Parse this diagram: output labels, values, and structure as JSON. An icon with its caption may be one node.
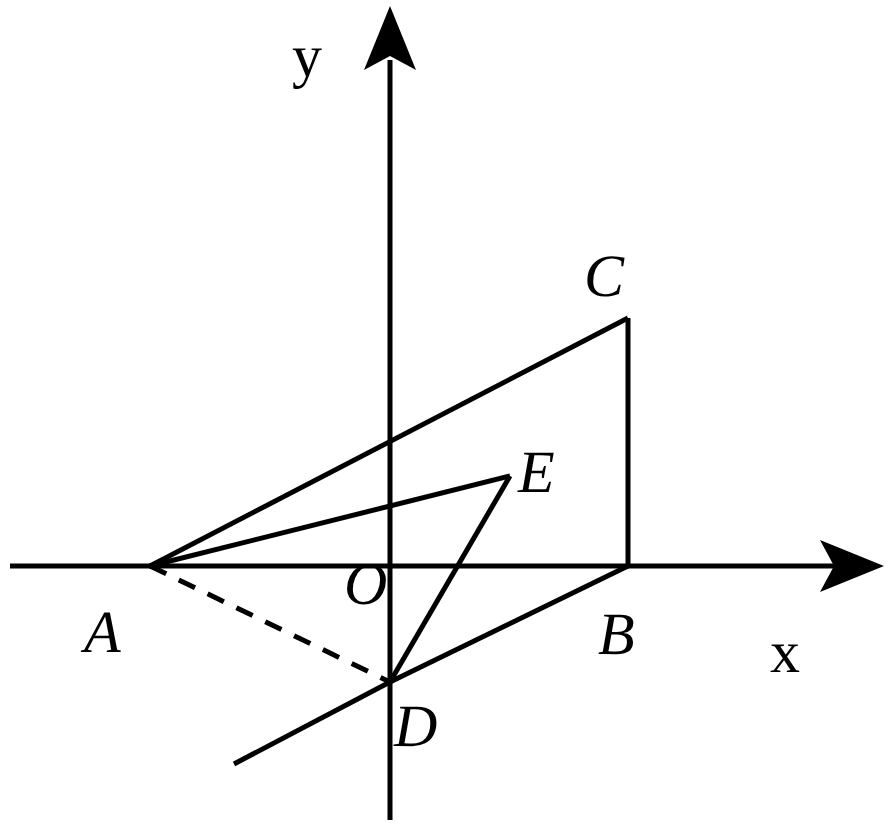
{
  "diagram": {
    "nodes": [
      {
        "text": [
          "C"
        ]
      },
      {
        "text": [
          "E"
        ]
      },
      {
        "text": [
          "A"
        ]
      },
      {
        "text": [
          "B"
        ]
      },
      {
        "text": [
          "D"
        ]
      }
    ],
    "edges": [
      {
        "from": 2,
        "to": 0,
        "arrow": "none"
      },
      {
        "from": 0,
        "to": 3,
        "arrow": "none"
      },
      {
        "from": 2,
        "to": 1,
        "arrow": "none"
      },
      {
        "from": 1,
        "to": 4,
        "arrow": "none"
      },
      {
        "from": 2,
        "to": 4,
        "arrow": "none",
        "style": "dashed"
      },
      {
        "from": 3,
        "to": 4,
        "arrow": "none"
      },
      {
        "from": 4,
        "to": null,
        "arrow": "none"
      }
    ],
    "labels": [
      "y",
      "O",
      "x"
    ]
  }
}
